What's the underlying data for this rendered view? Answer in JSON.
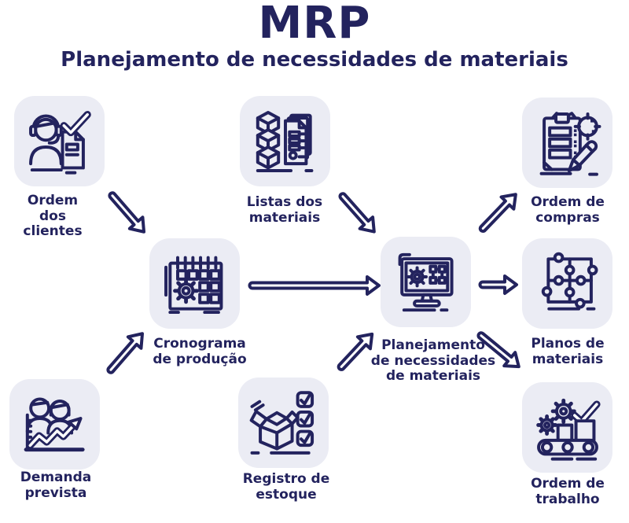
{
  "header": {
    "title": "MRP",
    "subtitle": "Planejamento de necessidades de materiais"
  },
  "colors": {
    "ink": "#23235e",
    "tile": "#ebecf4",
    "background": "#ffffff"
  },
  "nodes": [
    {
      "id": "ordem-clientes",
      "label": "Ordem\ndos\nclientes",
      "icon": "customer-order-icon"
    },
    {
      "id": "listas-materiais",
      "label": "Listas dos\nmateriais",
      "icon": "bill-of-materials-icon"
    },
    {
      "id": "ordem-compras",
      "label": "Ordem de\ncompras",
      "icon": "purchase-order-icon"
    },
    {
      "id": "cronograma-producao",
      "label": "Cronograma\nde produção",
      "icon": "production-schedule-icon"
    },
    {
      "id": "planejamento-mrp",
      "label": "Planejamento\nde necessidades\nde materiais",
      "icon": "mrp-computer-icon"
    },
    {
      "id": "planos-materiais",
      "label": "Planos de\nmateriais",
      "icon": "material-plans-icon"
    },
    {
      "id": "demanda-prevista",
      "label": "Demanda\nprevista",
      "icon": "demand-forecast-icon"
    },
    {
      "id": "registro-estoque",
      "label": "Registro de\nestoque",
      "icon": "inventory-record-icon"
    },
    {
      "id": "ordem-trabalho",
      "label": "Ordem de\ntrabalho",
      "icon": "work-order-icon"
    }
  ],
  "edges": [
    {
      "from": "ordem-clientes",
      "to": "cronograma-producao"
    },
    {
      "from": "demanda-prevista",
      "to": "cronograma-producao"
    },
    {
      "from": "cronograma-producao",
      "to": "planejamento-mrp"
    },
    {
      "from": "listas-materiais",
      "to": "planejamento-mrp"
    },
    {
      "from": "registro-estoque",
      "to": "planejamento-mrp"
    },
    {
      "from": "planejamento-mrp",
      "to": "ordem-compras"
    },
    {
      "from": "planejamento-mrp",
      "to": "planos-materiais"
    },
    {
      "from": "planejamento-mrp",
      "to": "ordem-trabalho"
    }
  ]
}
